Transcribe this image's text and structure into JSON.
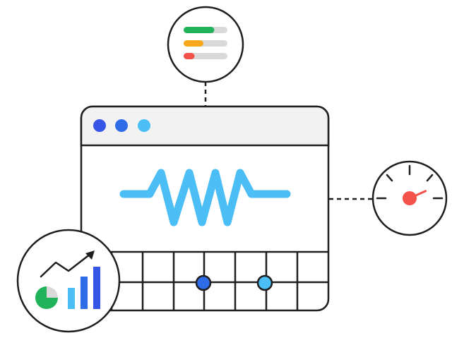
{
  "colors": {
    "outline": "#1f1f1f",
    "window_bar": "#f2f2f2",
    "window_body": "#ffffff",
    "dot_blue": "#3455e6",
    "dot_medium_blue": "#2f6de8",
    "dot_light_blue": "#4bbef5",
    "wave": "#4bbef5",
    "bar_green": "#21b35a",
    "bar_orange": "#f7a81b",
    "bar_red": "#f2524a",
    "bar_track": "#d9d9d9",
    "gauge_needle": "#f2524a",
    "pie_green": "#21b35a",
    "pie_gray": "#d9d9d9",
    "chart_bar_light": "#4bbef5",
    "chart_bar_mid": "#2f6de8",
    "chart_bar_dark": "#3455e6"
  },
  "icons": {
    "status_bars": "progress-bars-icon",
    "gauge": "speedometer-gauge-icon",
    "analytics": "growth-chart-icon",
    "waveform": "waveform-icon"
  },
  "status_levels": [
    0.7,
    0.45,
    0.25
  ],
  "gauge_level": 0.75
}
